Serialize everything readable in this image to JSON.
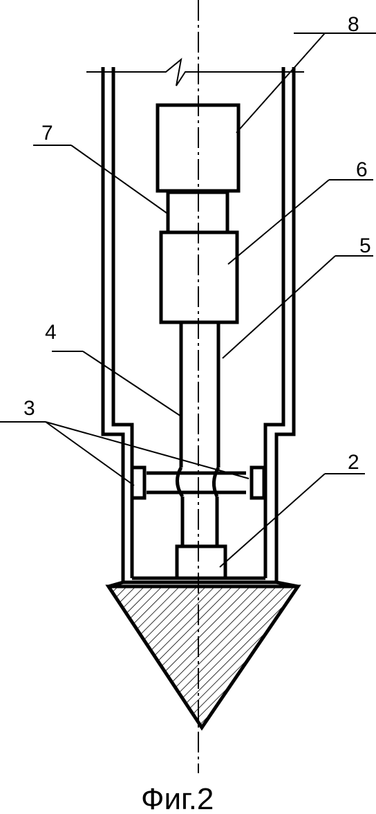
{
  "figure": {
    "caption": "Фиг.2",
    "labels": {
      "l2": "2",
      "l3": "3",
      "l4": "4",
      "l5": "5",
      "l6": "6",
      "l7": "7",
      "l8": "8"
    }
  }
}
